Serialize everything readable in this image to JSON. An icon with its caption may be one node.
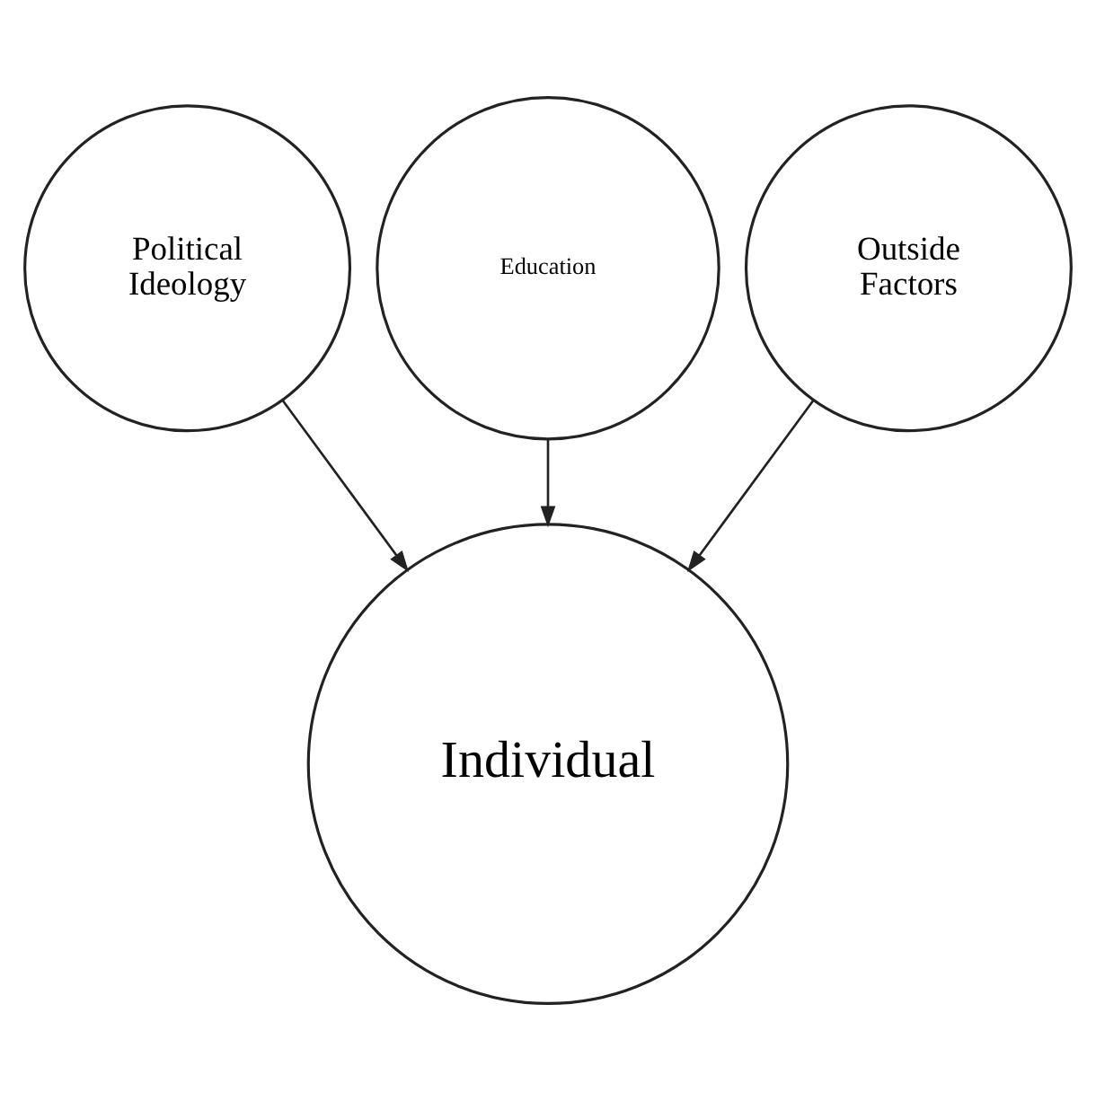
{
  "diagram": {
    "nodes": [
      {
        "text": [
          "Political Ideology"
        ]
      },
      {
        "text": [
          "Education"
        ]
      },
      {
        "text": [
          "Outside Factors"
        ]
      },
      {
        "text": [
          "Individual"
        ]
      }
    ],
    "edges": [
      {
        "from": 0,
        "to": 3,
        "arrow": "to"
      },
      {
        "from": 1,
        "to": 3,
        "arrow": "to"
      },
      {
        "from": 2,
        "to": 3,
        "arrow": "to"
      }
    ]
  }
}
